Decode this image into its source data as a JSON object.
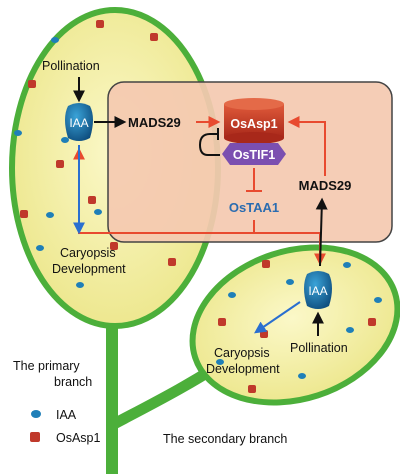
{
  "labels": {
    "pollination": "Pollination",
    "iaa": "IAA",
    "mads29": "MADS29",
    "osasp1": "OsAsp1",
    "ostif1": "OsTIF1",
    "ostaa1": "OsTAA1",
    "caryopsis_line1": "Caryopsis",
    "development": "Development",
    "primary_line1": "The primary",
    "primary_line2": "branch",
    "secondary": "The secondary branch"
  },
  "legend": {
    "iaa": "IAA",
    "osasp1": "OsAsp1"
  },
  "colors": {
    "leaf_fill": "#f4f0a0",
    "leaf_stroke": "#4caf3a",
    "box_fill": "#f4c9b0",
    "activation_arrow": "#e84a2f",
    "blue_arrow": "#2a6fd0",
    "iaa_dot": "#1f7fb8",
    "osasp1_dot": "#c0392b",
    "ostif1_fill": "#7b4fb0",
    "ostaa1_text": "#2b6cb0"
  }
}
